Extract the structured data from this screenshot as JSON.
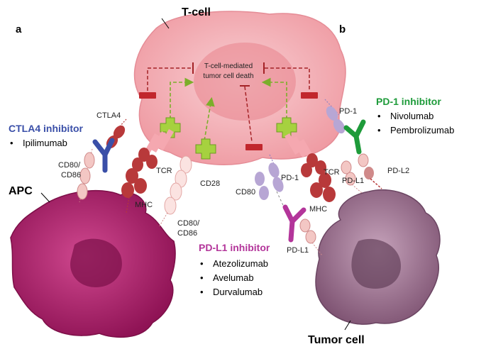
{
  "panels": {
    "a": "a",
    "b": "b"
  },
  "cells": {
    "tcell": "T-cell",
    "apc": "APC",
    "tumor": "Tumor cell",
    "center_line1": "T-cell-mediated",
    "center_line2": "tumor cell death"
  },
  "receptors": {
    "ctla4": "CTLA4",
    "cd80_cd86_top_line1": "CD80/",
    "cd80_cd86_top_line2": "CD86",
    "tcr_left": "TCR",
    "mhc_left": "MHC",
    "cd28": "CD28",
    "cd80_cd86_bottom_line1": "CD80/",
    "cd80_cd86_bottom_line2": "CD86",
    "pd1_right": "PD-1",
    "tcr_right": "TCR",
    "pdl1_right": "PD-L1",
    "pdl2": "PD-L2",
    "pd1_mid": "PD-1",
    "cd80_mid": "CD80",
    "mhc_right": "MHC",
    "pdl1_mid": "PD-L1"
  },
  "inhibitors": {
    "ctla4": {
      "title": "CTLA4 inhibitor",
      "drugs": [
        "Ipilimumab"
      ],
      "color": "#3a4fa8"
    },
    "pd1": {
      "title": "PD-1 inhibitor",
      "drugs": [
        "Nivolumab",
        "Pembrolizumab"
      ],
      "color": "#1e9b3a"
    },
    "pdl1": {
      "title": "PD-L1 inhibitor",
      "drugs": [
        "Atezolizumab",
        "Avelumab",
        "Durvalumab"
      ],
      "color": "#b3359a"
    }
  },
  "bullet": "•",
  "colors": {
    "tcell_fill": "#f5b9bf",
    "apc_fill": "#b0226e",
    "tumor_fill": "#9a6b8c",
    "receptor_red": "#b8393a",
    "receptor_pink": "#f3c7c4",
    "receptor_lilac": "#b7a6d4",
    "inhibit_red": "#c1272d",
    "activate_green": "#9ccc3c"
  }
}
